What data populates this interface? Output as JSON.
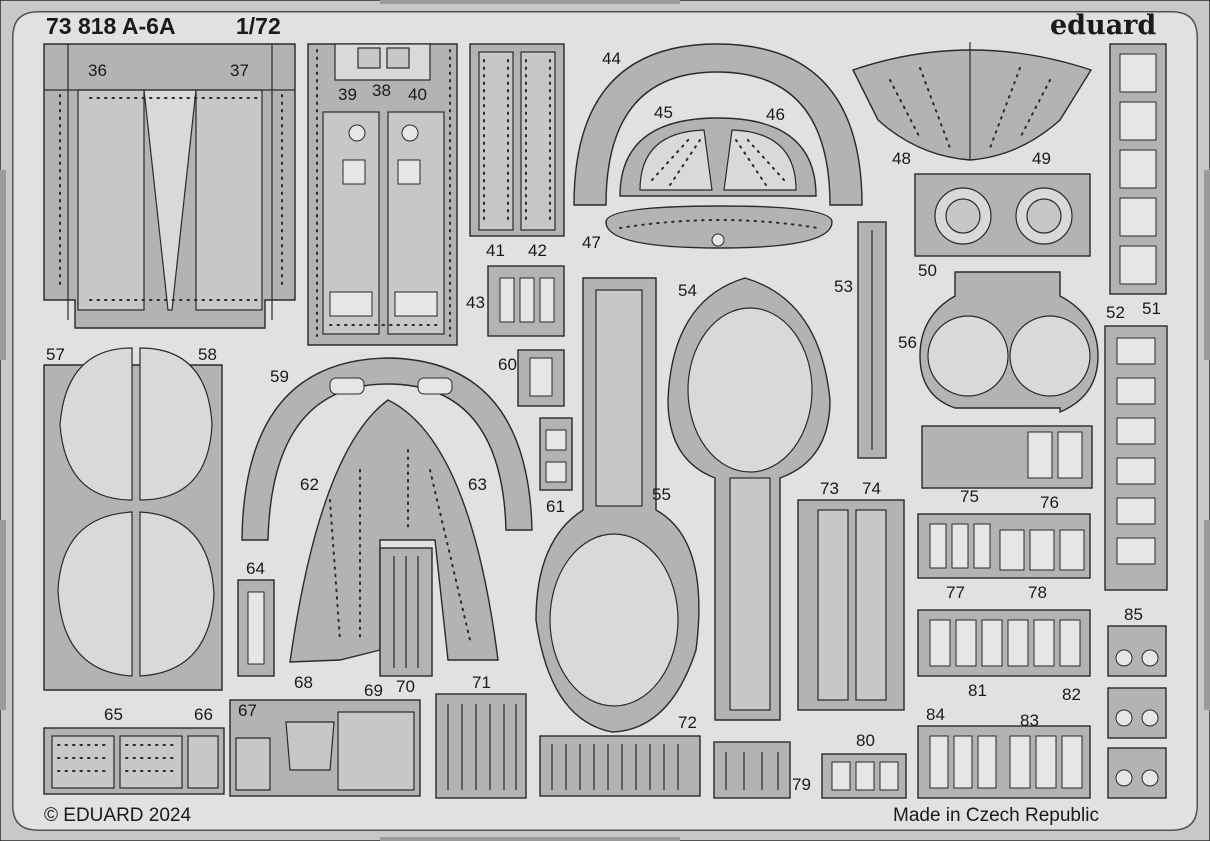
{
  "header": {
    "code": "73 818 A-6A",
    "scale": "1/72",
    "brand": "eduard"
  },
  "footer": {
    "copyright": "© EDUARD 2024",
    "origin": "Made in Czech Republic"
  },
  "part_numbers": [
    "36",
    "37",
    "38",
    "39",
    "40",
    "41",
    "42",
    "43",
    "44",
    "45",
    "46",
    "47",
    "48",
    "49",
    "50",
    "51",
    "52",
    "53",
    "54",
    "55",
    "56",
    "57",
    "58",
    "59",
    "60",
    "61",
    "62",
    "63",
    "64",
    "65",
    "66",
    "67",
    "68",
    "69",
    "70",
    "71",
    "72",
    "73",
    "74",
    "75",
    "76",
    "77",
    "78",
    "79",
    "80",
    "81",
    "82",
    "83",
    "84",
    "85"
  ],
  "colors": {
    "frame": "#c8c8c8",
    "metal": "#b3b3b3",
    "outline": "#2a2a2a"
  }
}
